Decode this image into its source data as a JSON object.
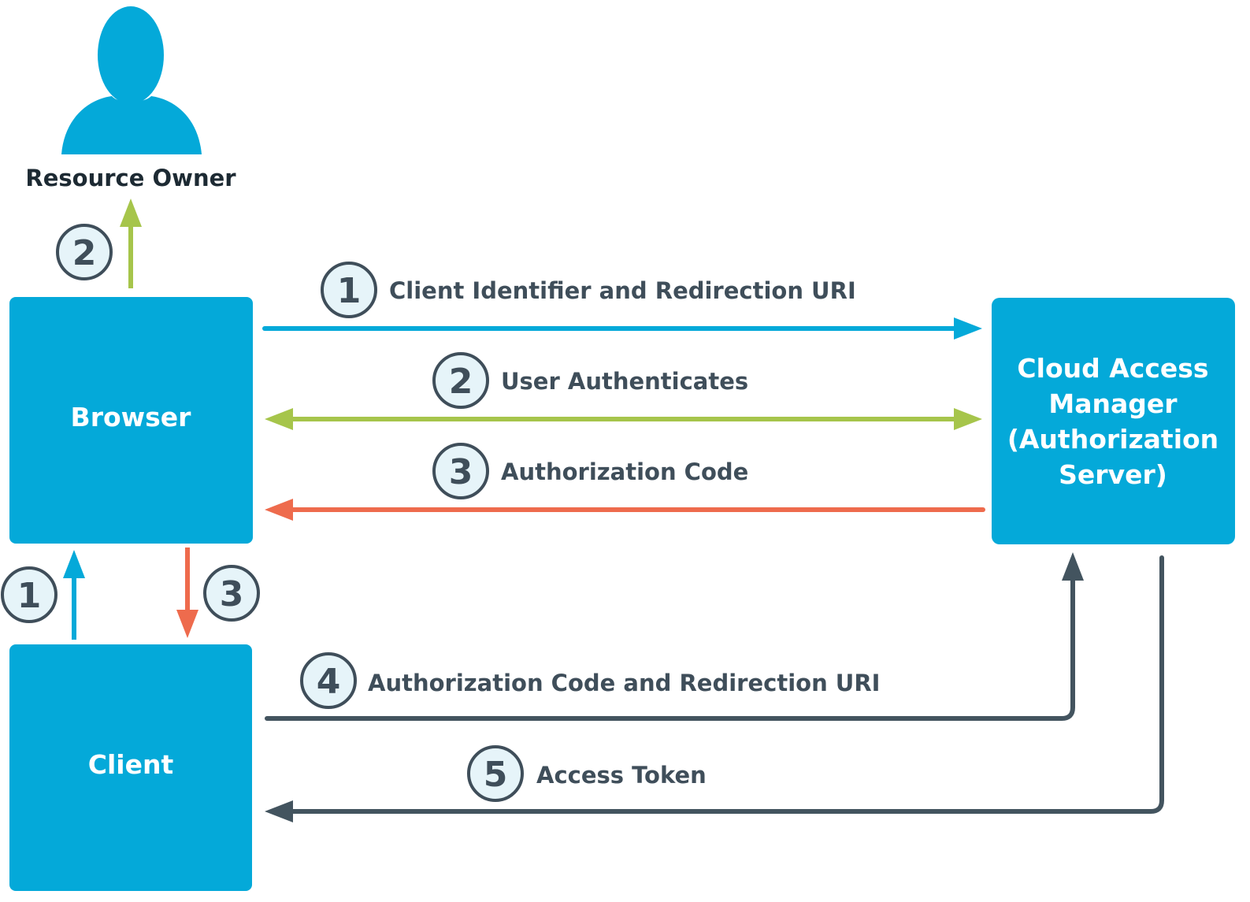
{
  "colors": {
    "node_fill": "#04a9d9",
    "blue_arrow": "#04a9d9",
    "green_arrow": "#a6c54b",
    "orange_arrow": "#ee6b4d",
    "dark_arrow": "#43545f",
    "badge_fill": "#e6f4f9",
    "badge_stroke": "#3f4e5a"
  },
  "resource_owner": {
    "icon": "person-icon",
    "label": "Resource Owner"
  },
  "nodes": {
    "browser": {
      "label": "Browser"
    },
    "client": {
      "label": "Client"
    },
    "server": {
      "lines": [
        "Cloud Access",
        "Manager",
        "(Authorization",
        "Server)"
      ]
    }
  },
  "flows": [
    {
      "number": "1",
      "label": "Client Identifier and Redirection URI"
    },
    {
      "number": "2",
      "label": "User Authenticates"
    },
    {
      "number": "3",
      "label": "Authorization Code"
    },
    {
      "number": "4",
      "label": "Authorization Code and Redirection URI"
    },
    {
      "number": "5",
      "label": "Access Token"
    }
  ],
  "side_badges": {
    "owner_browser": "2",
    "client_to_browser": "1",
    "browser_to_client": "3"
  }
}
